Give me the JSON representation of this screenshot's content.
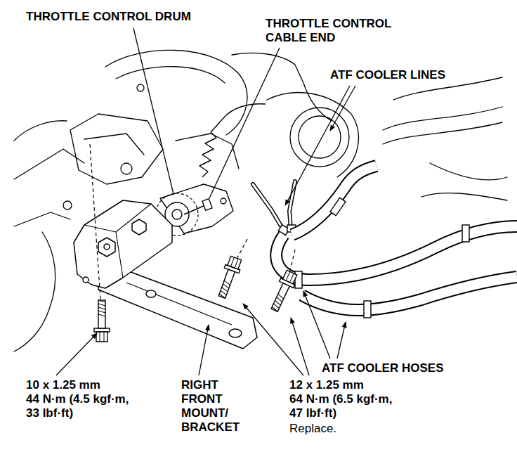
{
  "diagram": {
    "labels": [
      "THROTTLE CONTROL DRUM",
      "THROTTLE CONTROL CABLE END",
      "ATF COOLER LINES",
      "ATF COOLER HOSES",
      "10 x 1.25 mm 44 N·m (4.5 kgf·m, 33 lbf·ft)",
      "RIGHT FRONT MOUNT/ BRACKET",
      "12 x 1.25 mm 64 N·m (6.5 kgf·m, 47 lbf·ft)",
      "Replace."
    ]
  }
}
